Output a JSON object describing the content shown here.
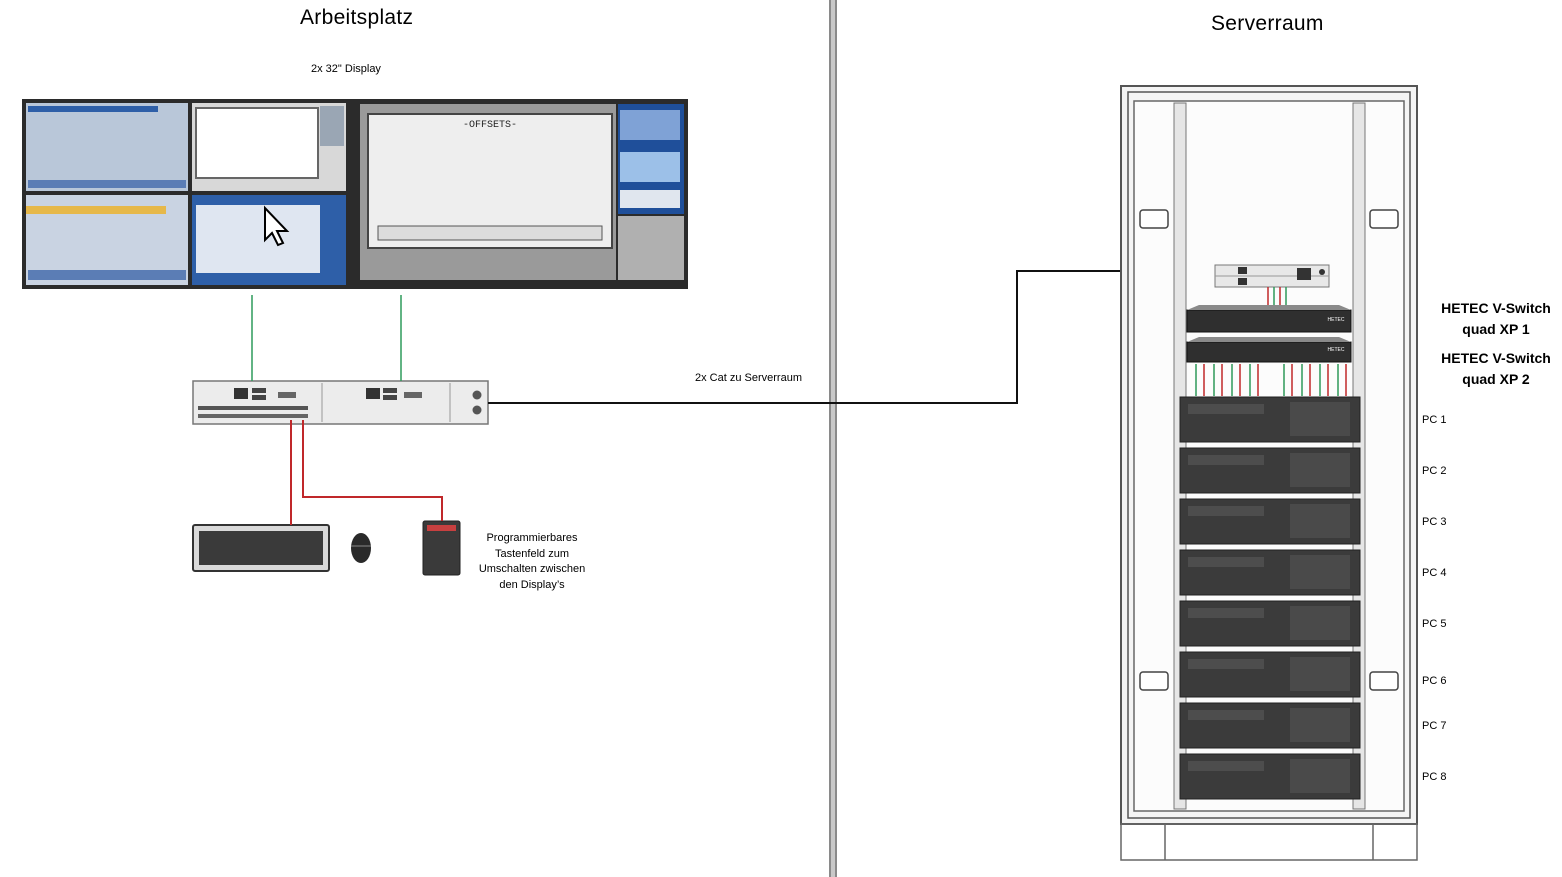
{
  "workplace": {
    "title": "Arbeitsplatz",
    "display_label": "2x 32\" Display",
    "screen_text": "-OFFSETS-",
    "keypad_description": [
      "Programmierbares",
      "Tastenfeld zum",
      "Umschalten zwischen",
      "den Display’s"
    ]
  },
  "cable_label": "2x Cat zu Serverraum",
  "server_room": {
    "title": "Serverraum",
    "switch_brand_text": "HETEC",
    "switches": [
      {
        "line1": "HETEC V-Switch",
        "line2": "quad XP 1"
      },
      {
        "line1": "HETEC V-Switch",
        "line2": "quad XP 2"
      }
    ],
    "pcs": [
      "PC 1",
      "PC 2",
      "PC 3",
      "PC 4",
      "PC 5",
      "PC 6",
      "PC 7",
      "PC 8"
    ]
  },
  "colors": {
    "video_cable": "#2e9a5a",
    "usb_cable": "#c0282a",
    "cat_cable": "#111111",
    "rack_frame": "#555555"
  }
}
